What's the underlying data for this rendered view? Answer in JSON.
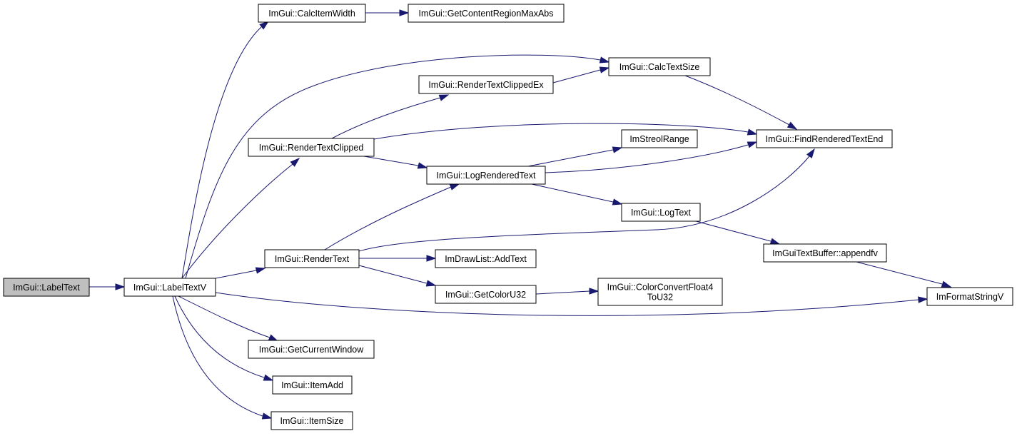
{
  "graph": {
    "colors": {
      "node_fill": "#ffffff",
      "root_fill": "#bfbfbf",
      "node_border": "#000000",
      "edge": "#191970"
    },
    "nodes": [
      {
        "id": "labeltext",
        "lines": [
          "ImGui::LabelText"
        ],
        "root": true
      },
      {
        "id": "labeltextv",
        "lines": [
          "ImGui::LabelTextV"
        ]
      },
      {
        "id": "calcitemwidth",
        "lines": [
          "ImGui::CalcItemWidth"
        ]
      },
      {
        "id": "getcontentregionmaxabs",
        "lines": [
          "ImGui::GetContentRegionMaxAbs"
        ]
      },
      {
        "id": "calctextsize",
        "lines": [
          "ImGui::CalcTextSize"
        ]
      },
      {
        "id": "rendertextclippedex",
        "lines": [
          "ImGui::RenderTextClippedEx"
        ]
      },
      {
        "id": "rendertextclipped",
        "lines": [
          "ImGui::RenderTextClipped"
        ]
      },
      {
        "id": "findrenderedtextend",
        "lines": [
          "ImGui::FindRenderedTextEnd"
        ]
      },
      {
        "id": "imstreolrange",
        "lines": [
          "ImStreolRange"
        ]
      },
      {
        "id": "logrenderedtext",
        "lines": [
          "ImGui::LogRenderedText"
        ]
      },
      {
        "id": "logtext",
        "lines": [
          "ImGui::LogText"
        ]
      },
      {
        "id": "rendertext",
        "lines": [
          "ImGui::RenderText"
        ]
      },
      {
        "id": "addtext",
        "lines": [
          "ImDrawList::AddText"
        ]
      },
      {
        "id": "appendfv",
        "lines": [
          "ImGuiTextBuffer::appendfv"
        ]
      },
      {
        "id": "getcoloru32",
        "lines": [
          "ImGui::GetColorU32"
        ]
      },
      {
        "id": "colorconvert",
        "lines": [
          "ImGui::ColorConvertFloat4",
          "ToU32"
        ]
      },
      {
        "id": "imformatstringv",
        "lines": [
          "ImFormatStringV"
        ]
      },
      {
        "id": "getcurrentwindow",
        "lines": [
          "ImGui::GetCurrentWindow"
        ]
      },
      {
        "id": "itemadd",
        "lines": [
          "ImGui::ItemAdd"
        ]
      },
      {
        "id": "itemsize",
        "lines": [
          "ImGui::ItemSize"
        ]
      }
    ],
    "edges": [
      {
        "from": "labeltext",
        "to": "labeltextv"
      },
      {
        "from": "labeltextv",
        "to": "calcitemwidth"
      },
      {
        "from": "calcitemwidth",
        "to": "getcontentregionmaxabs"
      },
      {
        "from": "labeltextv",
        "to": "calctextsize"
      },
      {
        "from": "rendertextclippedex",
        "to": "calctextsize"
      },
      {
        "from": "calctextsize",
        "to": "findrenderedtextend"
      },
      {
        "from": "rendertextclipped",
        "to": "rendertextclippedex"
      },
      {
        "from": "rendertextclipped",
        "to": "findrenderedtextend"
      },
      {
        "from": "rendertextclipped",
        "to": "logrenderedtext"
      },
      {
        "from": "labeltextv",
        "to": "rendertextclipped"
      },
      {
        "from": "logrenderedtext",
        "to": "imstreolrange"
      },
      {
        "from": "logrenderedtext",
        "to": "findrenderedtextend"
      },
      {
        "from": "logrenderedtext",
        "to": "logtext"
      },
      {
        "from": "logtext",
        "to": "appendfv"
      },
      {
        "from": "appendfv",
        "to": "imformatstringv"
      },
      {
        "from": "labeltextv",
        "to": "rendertext"
      },
      {
        "from": "rendertext",
        "to": "logrenderedtext"
      },
      {
        "from": "rendertext",
        "to": "findrenderedtextend"
      },
      {
        "from": "rendertext",
        "to": "addtext"
      },
      {
        "from": "rendertext",
        "to": "getcoloru32"
      },
      {
        "from": "getcoloru32",
        "to": "colorconvert"
      },
      {
        "from": "labeltextv",
        "to": "imformatstringv"
      },
      {
        "from": "labeltextv",
        "to": "getcurrentwindow"
      },
      {
        "from": "labeltextv",
        "to": "itemadd"
      },
      {
        "from": "labeltextv",
        "to": "itemsize"
      }
    ]
  }
}
